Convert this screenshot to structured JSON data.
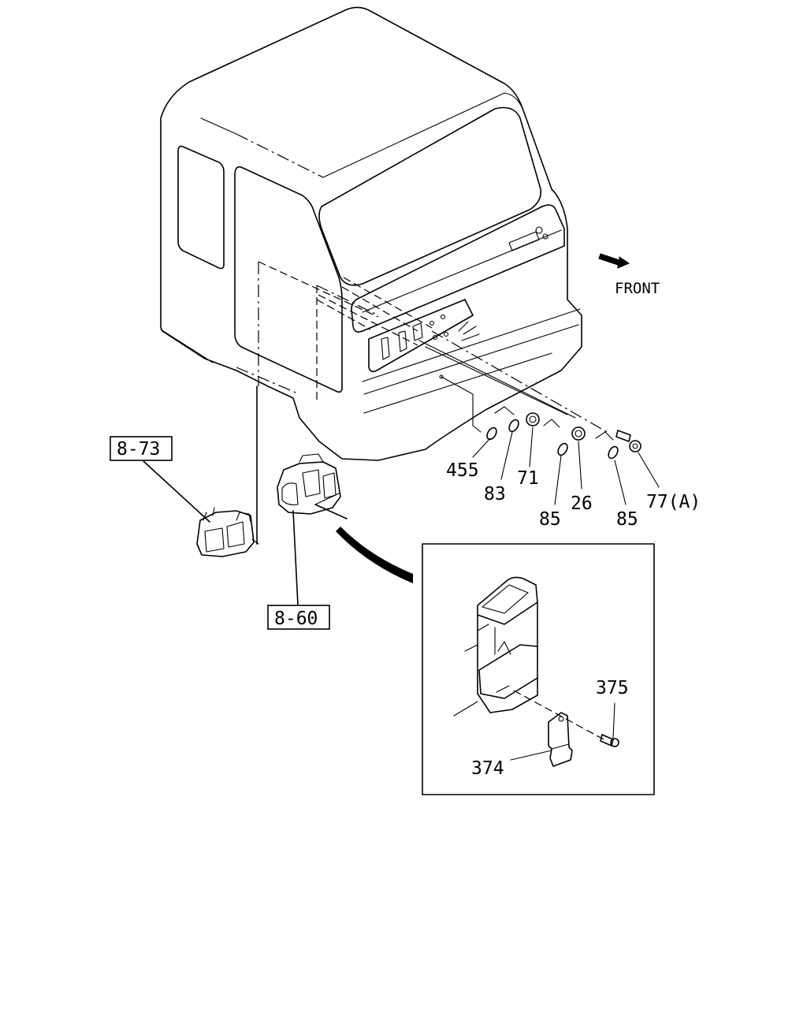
{
  "direction_label": "FRONT",
  "references": [
    {
      "id": "ref-8-73",
      "text": "8-73"
    },
    {
      "id": "ref-8-60",
      "text": "8-60"
    }
  ],
  "part_numbers": {
    "p455": "455",
    "p83": "83",
    "p71": "71",
    "p85a": "85",
    "p26": "26",
    "p85b": "85",
    "p77a": "77(A)",
    "p375": "375",
    "p374": "374"
  }
}
